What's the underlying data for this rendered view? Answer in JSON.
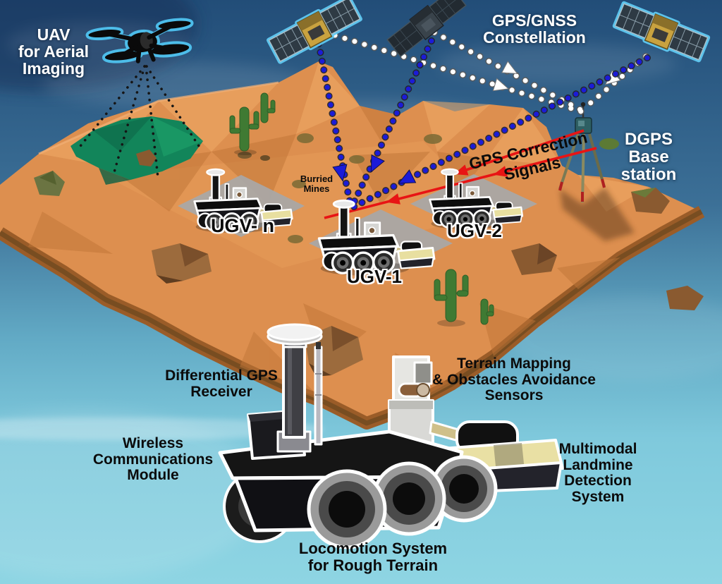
{
  "diagram": {
    "sky_labels": {
      "uav": "UAV\nfor Aerial\nImaging",
      "constellation": "GPS/GNSS\nConstellation",
      "dgps_base": "DGPS\nBase station"
    },
    "field_labels": {
      "gps_correction": "GPS Correction\nSignals",
      "burried_mines": "Burried\nMines",
      "ugv_n": "UGV- n",
      "ugv_1": "UGV-1",
      "ugv_2": "UGV-2"
    },
    "rover_labels": {
      "gps_receiver": "Differential GPS\nReceiver",
      "wireless_module": "Wireless\nCommunications\nModule",
      "terrain_sensors": "Terrain Mapping\n& Obstacles Avoidance\nSensors",
      "landmine_system": "Multimodal\nLandmine\nDetection\nSystem",
      "locomotion": "Locomotion System\nfor Rough Terrain"
    },
    "elements": [
      "uav-drone-icon",
      "gps-satellite-icon-left",
      "gps-satellite-icon-middle",
      "gps-satellite-icon-right",
      "dgps-tripod-icon",
      "ugv-rover-icon",
      "mine-clearing-rover-illustration",
      "buried-mine-spots",
      "aerial-scan-footprint"
    ],
    "colors": {
      "sky_top": "#224d78",
      "sky_bottom": "#8ed5e3",
      "terrain": "#dd8f4f",
      "scan_green": "#12855a",
      "signal_blue": "#1b1bd8",
      "signal_white": "#ffffff",
      "correction_red": "#e81414",
      "drone_glow": "#4fc3f0"
    }
  }
}
